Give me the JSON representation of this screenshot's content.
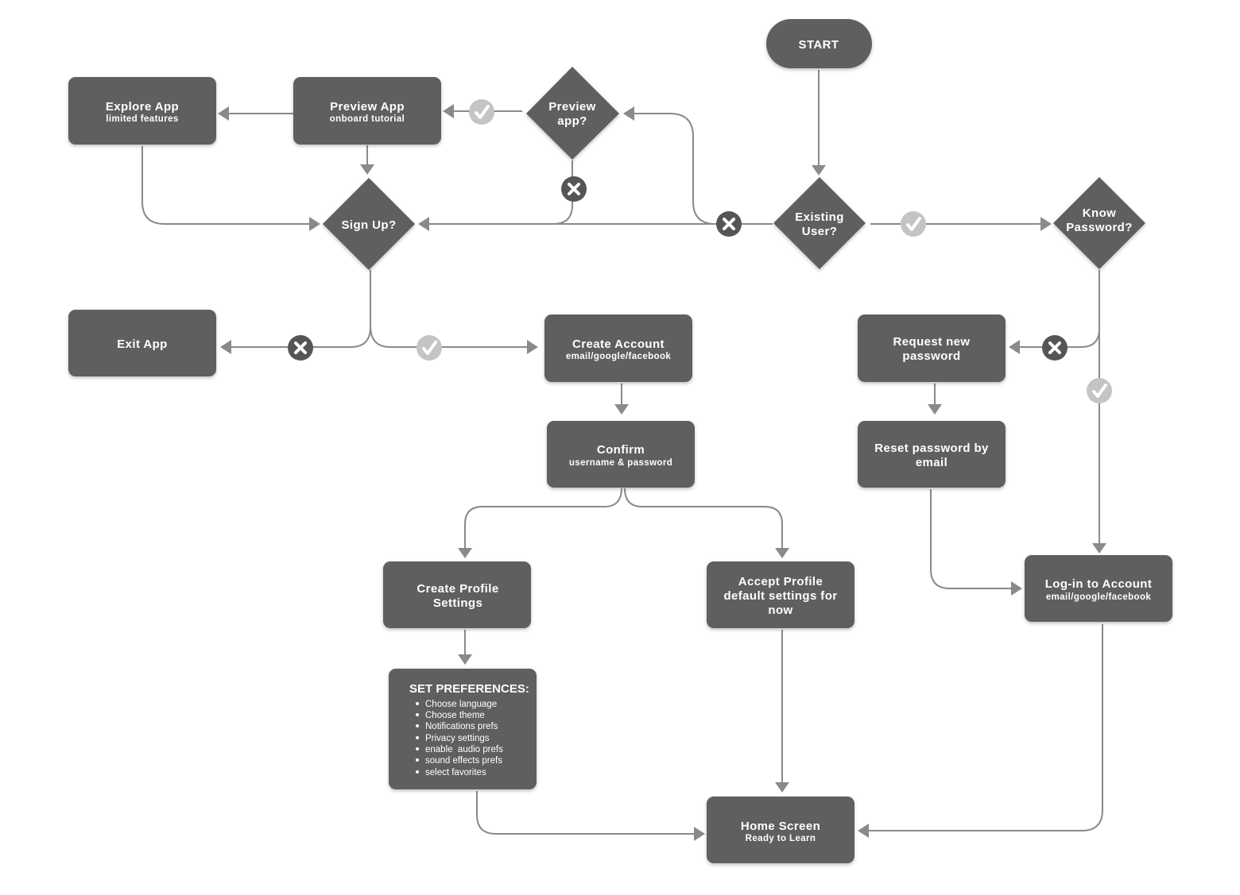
{
  "colors": {
    "node_fill": "#5e5e5e",
    "connector": "#8a8a8a",
    "yes_marker": "#c4c4c4",
    "no_marker": "#555555"
  },
  "nodes": {
    "start": {
      "label": "START"
    },
    "preview_decision": {
      "lines": [
        "Preview",
        "app?"
      ]
    },
    "existing_user": {
      "lines": [
        "Existing",
        "User?"
      ]
    },
    "know_password": {
      "lines": [
        "Know",
        "Password?"
      ]
    },
    "signup": {
      "lines": [
        "Sign Up?"
      ]
    },
    "explore_app": {
      "title": "Explore App",
      "subtitle": "limited features"
    },
    "preview_app": {
      "title": "Preview App",
      "subtitle": "onboard tutorial"
    },
    "exit_app": {
      "title": "Exit App"
    },
    "create_account": {
      "title": "Create Account",
      "subtitle": "email/google/facebook"
    },
    "confirm": {
      "title": "Confirm",
      "subtitle": "username & password"
    },
    "request_password": {
      "lines": [
        "Request new",
        "password"
      ]
    },
    "reset_password": {
      "lines": [
        "Reset password by",
        "email"
      ]
    },
    "create_profile": {
      "lines": [
        "Create Profile",
        "Settings"
      ]
    },
    "accept_profile": {
      "lines": [
        "Accept Profile",
        "default settings for",
        "now"
      ]
    },
    "login": {
      "title": "Log-in to Account",
      "subtitle": "email/google/facebook"
    },
    "set_preferences": {
      "heading": "SET PREFERENCES:",
      "items": [
        "Choose language",
        "Choose theme",
        "Notifications prefs",
        "Privacy settings",
        "enable  audio prefs",
        "sound effects prefs",
        "select favorites"
      ]
    },
    "home": {
      "title": "Home Screen",
      "subtitle": "Ready to Learn"
    }
  }
}
